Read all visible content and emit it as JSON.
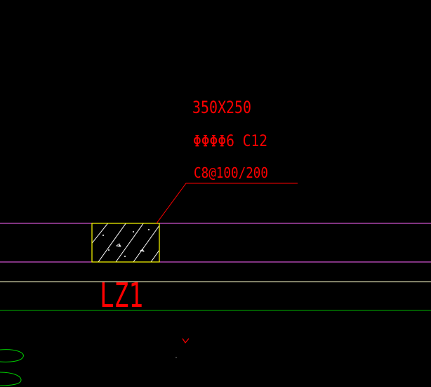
{
  "annotation": {
    "section_size": "350X250",
    "main_rebar": "ΦΦΦΦ6 C12",
    "stirrup": "C8@100/200"
  },
  "column_label": "LZ1",
  "colors": {
    "background": "#000000",
    "annotation_text": "#ff0000",
    "leader_line": "#ff0000",
    "column_outline": "#ffff00",
    "column_hatch": "#ffffff",
    "upper_lines": "#ff66ff",
    "lower_line": "#ffffcc",
    "bottom_line": "#00b300",
    "side_curve": "#00cc00"
  }
}
